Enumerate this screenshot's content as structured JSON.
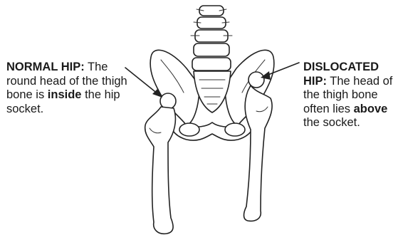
{
  "labels": {
    "normal": {
      "title": "NORMAL HIP:",
      "text_1": " The round head of the thigh bone is ",
      "emphasis": "inside",
      "text_2": " the hip socket."
    },
    "dislocated": {
      "title": "DISLOCATED HIP:",
      "text_1": " The head of the thigh bone often lies ",
      "emphasis": "above",
      "text_2": " the socket."
    }
  }
}
